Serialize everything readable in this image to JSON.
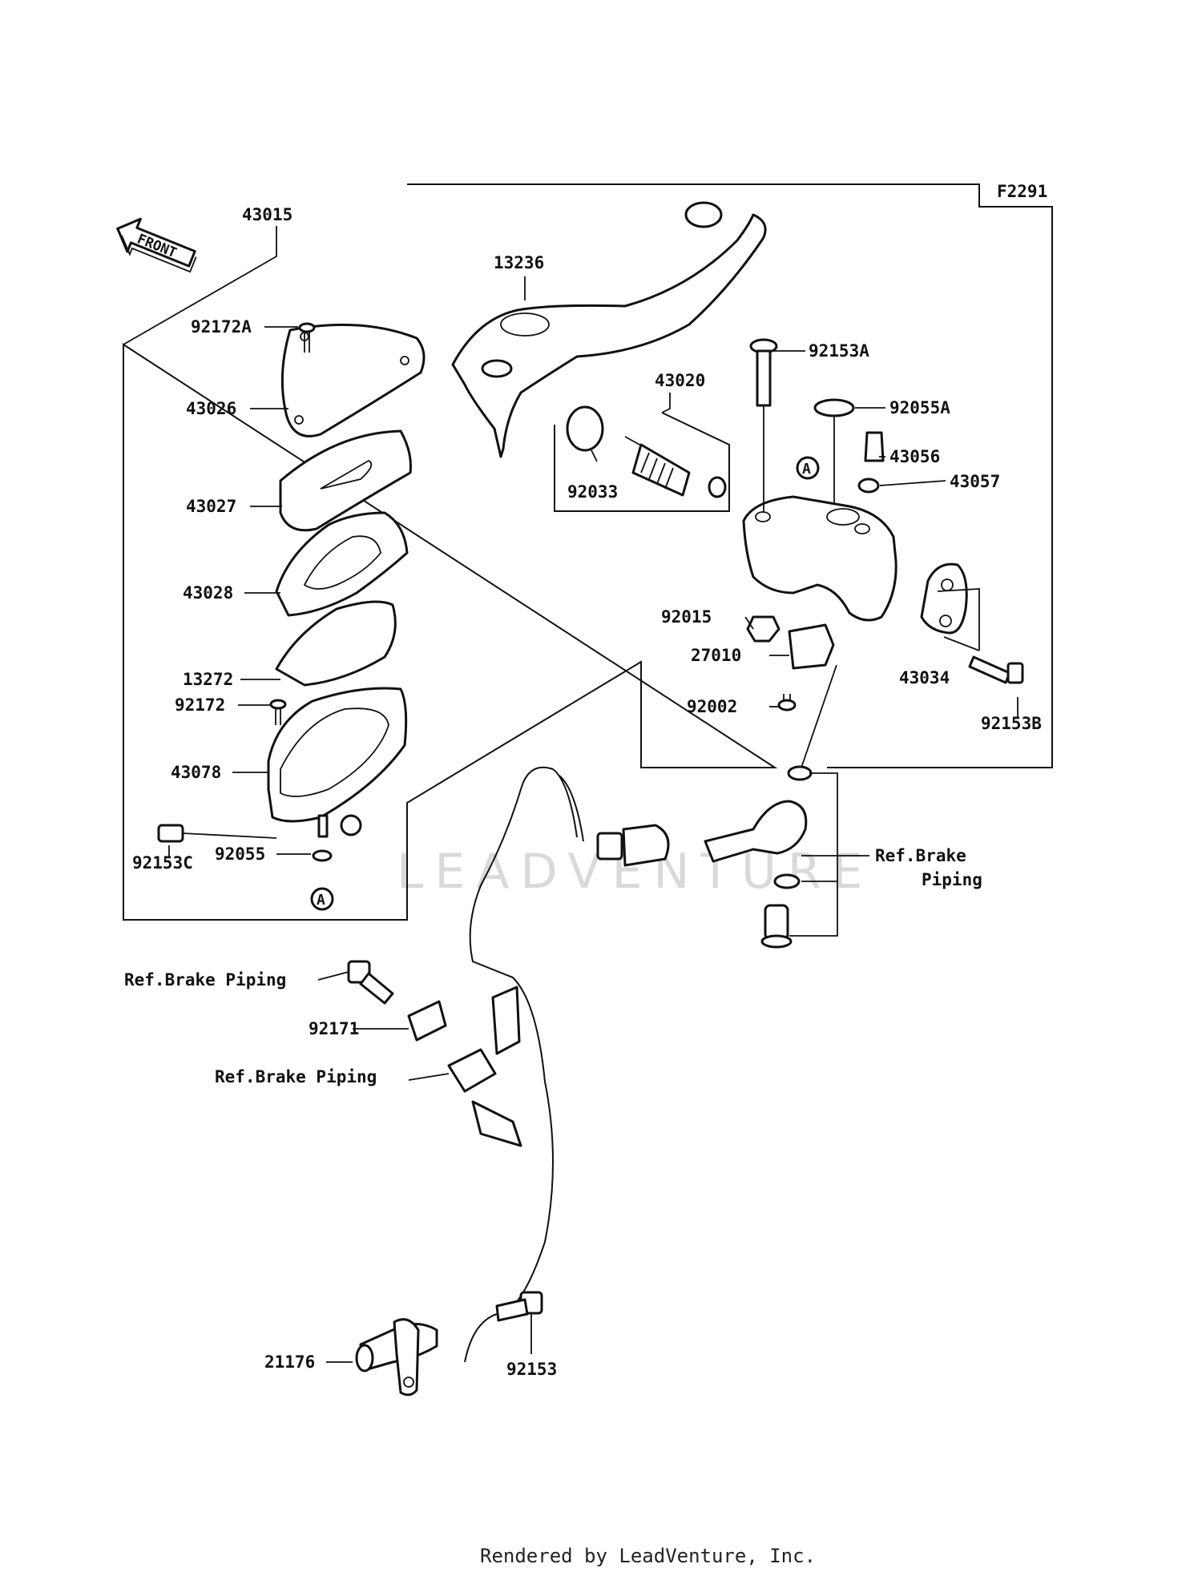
{
  "figure_code": "F2291",
  "front_marker": "FRONT",
  "circle_ref": "A",
  "watermark": "LEADVENTURE",
  "footer": "Rendered by LeadVenture, Inc.",
  "parts": {
    "p43015": "43015",
    "p92172A": "92172A",
    "p43026": "43026",
    "p43027": "43027",
    "p43028": "43028",
    "p13272": "13272",
    "p92172": "92172",
    "p43078": "43078",
    "p92153C": "92153C",
    "p92055": "92055",
    "p13236": "13236",
    "p43020": "43020",
    "p92033": "92033",
    "p92153A": "92153A",
    "p92055A": "92055A",
    "p43056": "43056",
    "p43057": "43057",
    "p92015": "92015",
    "p27010": "27010",
    "p92002": "92002",
    "p43034": "43034",
    "p92153B": "92153B",
    "p92171": "92171",
    "p21176": "21176",
    "p92153": "92153"
  },
  "refs": {
    "ref_brake_1": "Ref.Brake",
    "ref_brake_1b": "Piping",
    "ref_brake_2": "Ref.Brake Piping",
    "ref_brake_3": "Ref.Brake Piping"
  }
}
